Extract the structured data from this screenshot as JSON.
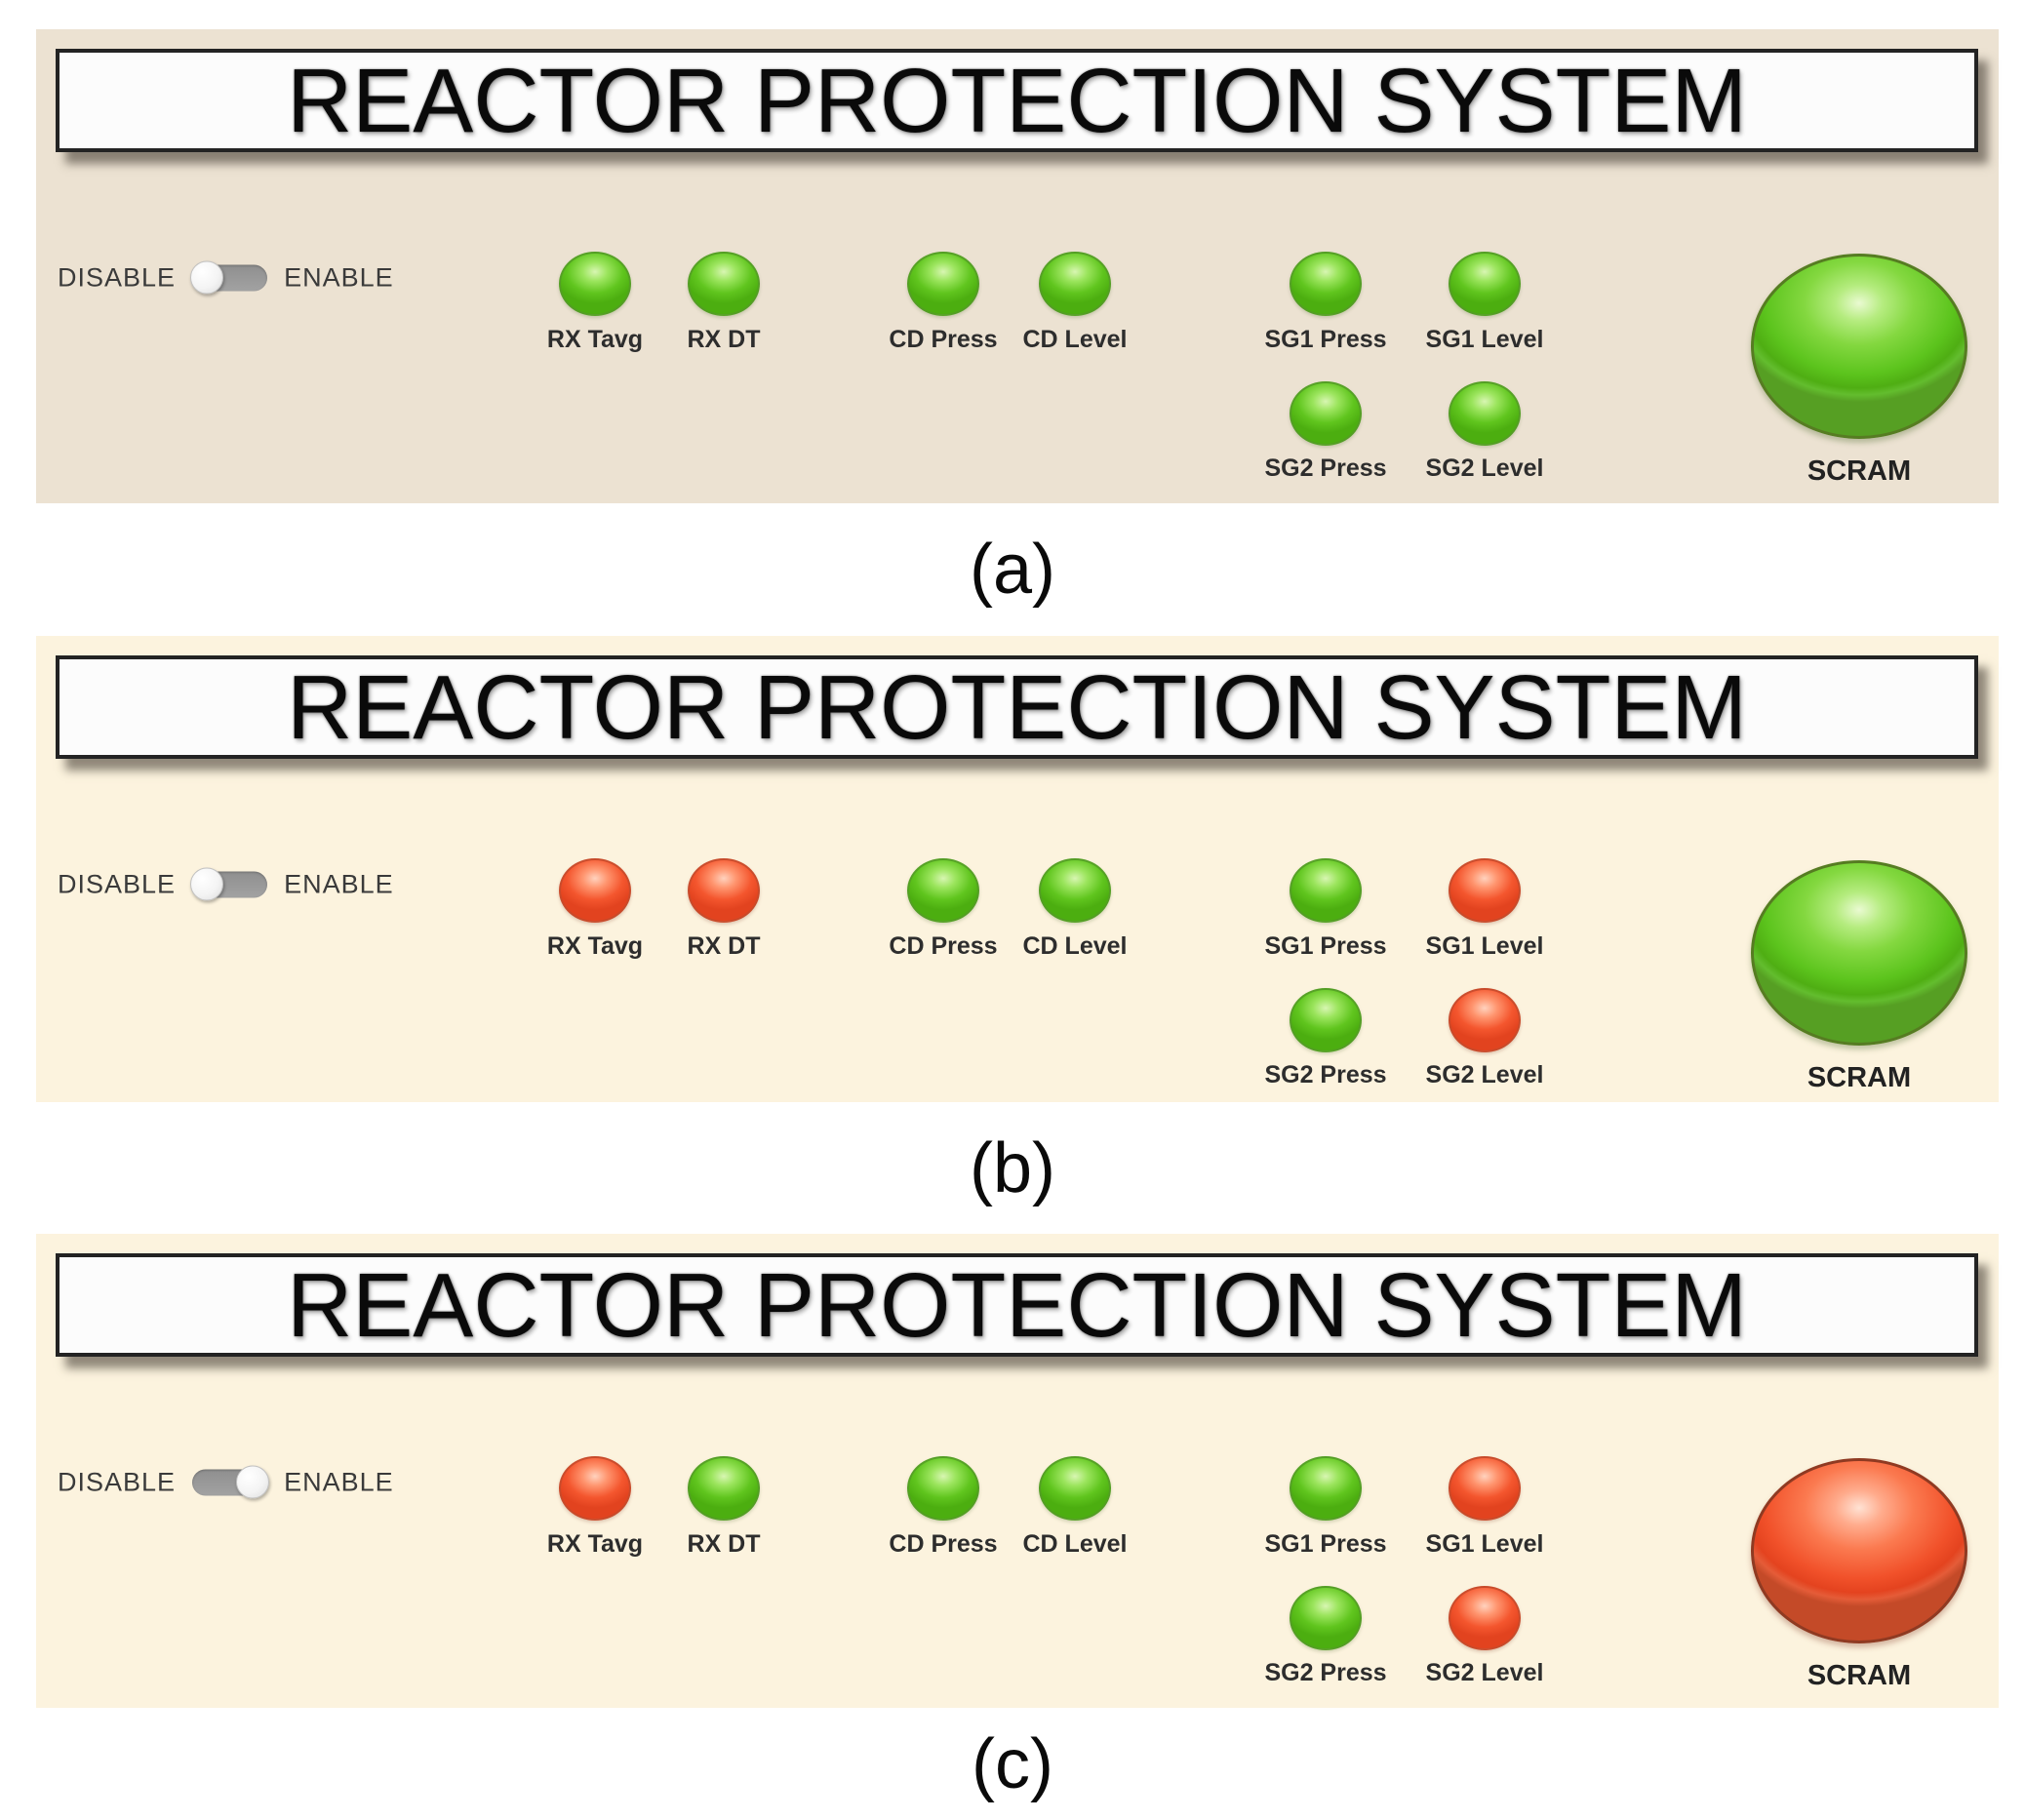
{
  "panels": [
    {
      "caption": "(a)",
      "title": "REACTOR PROTECTION SYSTEM",
      "background": "#ece2d2",
      "toggle": {
        "left_label": "DISABLE",
        "right_label": "ENABLE",
        "position": "left"
      },
      "lights_row1": [
        {
          "label": "RX Tavg",
          "state": "green"
        },
        {
          "label": "RX DT",
          "state": "green"
        },
        {
          "label": "CD Press",
          "state": "green"
        },
        {
          "label": "CD Level",
          "state": "green"
        },
        {
          "label": "SG1 Press",
          "state": "green"
        },
        {
          "label": "SG1 Level",
          "state": "green"
        }
      ],
      "lights_row2": [
        {
          "label": "SG2 Press",
          "state": "green"
        },
        {
          "label": "SG2 Level",
          "state": "green"
        }
      ],
      "scram": {
        "label": "SCRAM",
        "state": "green"
      }
    },
    {
      "caption": "(b)",
      "title": "REACTOR PROTECTION SYSTEM",
      "background": "#fcf3de",
      "toggle": {
        "left_label": "DISABLE",
        "right_label": "ENABLE",
        "position": "left"
      },
      "lights_row1": [
        {
          "label": "RX Tavg",
          "state": "red"
        },
        {
          "label": "RX DT",
          "state": "red"
        },
        {
          "label": "CD Press",
          "state": "green"
        },
        {
          "label": "CD Level",
          "state": "green"
        },
        {
          "label": "SG1 Press",
          "state": "green"
        },
        {
          "label": "SG1 Level",
          "state": "red"
        }
      ],
      "lights_row2": [
        {
          "label": "SG2 Press",
          "state": "green"
        },
        {
          "label": "SG2 Level",
          "state": "red"
        }
      ],
      "scram": {
        "label": "SCRAM",
        "state": "green"
      }
    },
    {
      "caption": "(c)",
      "title": "REACTOR PROTECTION SYSTEM",
      "background": "#fcf3de",
      "toggle": {
        "left_label": "DISABLE",
        "right_label": "ENABLE",
        "position": "right"
      },
      "lights_row1": [
        {
          "label": "RX Tavg",
          "state": "red"
        },
        {
          "label": "RX DT",
          "state": "green"
        },
        {
          "label": "CD Press",
          "state": "green"
        },
        {
          "label": "CD Level",
          "state": "green"
        },
        {
          "label": "SG1 Press",
          "state": "green"
        },
        {
          "label": "SG1 Level",
          "state": "red"
        }
      ],
      "lights_row2": [
        {
          "label": "SG2 Press",
          "state": "green"
        },
        {
          "label": "SG2 Level",
          "state": "red"
        }
      ],
      "scram": {
        "label": "SCRAM",
        "state": "red"
      }
    }
  ],
  "colors": {
    "green_light": "#5ec41d",
    "red_light": "#f2552f",
    "panel_a_background": "#ece2d2",
    "panel_bc_background": "#fcf3de",
    "toggle_track": "#979797",
    "title_bar_background": "#fcfcfc"
  }
}
